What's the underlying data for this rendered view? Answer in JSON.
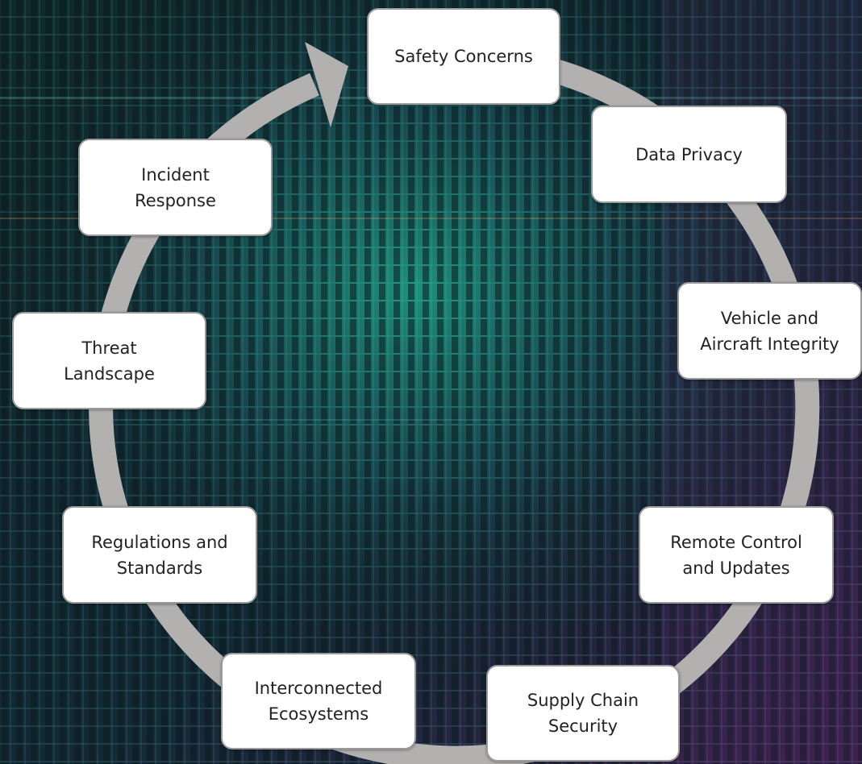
{
  "diagram": {
    "type": "cycle",
    "ring_color": "#b3b0b0",
    "box_fill": "#ffffff",
    "box_border": "#9a9a9a",
    "text_color": "#222222",
    "background_colors": [
      "#0b1418",
      "#1fa38a",
      "#1f3d4a",
      "#3a1f4a",
      "#7a3a8a"
    ],
    "steps": [
      {
        "id": "safety",
        "label": "Safety Concerns"
      },
      {
        "id": "privacy",
        "label": "Data Privacy"
      },
      {
        "id": "integrity",
        "label": "Vehicle and\nAircraft Integrity"
      },
      {
        "id": "remote",
        "label": "Remote Control\nand Updates"
      },
      {
        "id": "supply",
        "label": "Supply Chain\nSecurity"
      },
      {
        "id": "ecosystems",
        "label": "Interconnected\nEcosystems"
      },
      {
        "id": "regulations",
        "label": "Regulations and\nStandards"
      },
      {
        "id": "threat",
        "label": "Threat\nLandscape"
      },
      {
        "id": "incident",
        "label": "Incident\nResponse"
      }
    ]
  }
}
